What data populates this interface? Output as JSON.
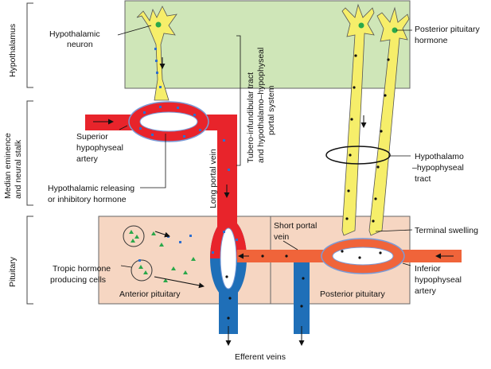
{
  "sections": {
    "hypothalamus": "Hypothalamus",
    "median_eminence_line1": "Median eminence",
    "median_eminence_line2": "and neural stalk",
    "pituitary": "Pituitary"
  },
  "labels": {
    "hypothalamic_neuron_1": "Hypothalamic",
    "hypothalamic_neuron_2": "neuron",
    "posterior_hormone_1": "Posterior pituitary",
    "posterior_hormone_2": "hormone",
    "tract_line1": "Tubero-infundibular tract",
    "tract_line2": "and hypothalamo–hypophyseal",
    "tract_line3": "portal system",
    "superior_artery_1": "Superior",
    "superior_artery_2": "hypophyseal",
    "superior_artery_3": "artery",
    "releasing_hormone_1": "Hypothalamic releasing",
    "releasing_hormone_2": "or inhibitory hormone",
    "long_portal_vein": "Long portal vein",
    "hypothalamo_tract_1": "Hypothalamo",
    "hypothalamo_tract_2": "–hypophyseal",
    "hypothalamo_tract_3": "tract",
    "short_portal_1": "Short portal",
    "short_portal_2": "vein",
    "terminal_swelling": "Terminal swelling",
    "tropic_1": "Tropic hormone",
    "tropic_2": "producing cells",
    "anterior_pituitary": "Anterior pituitary",
    "posterior_pituitary": "Posterior pituitary",
    "inferior_artery_1": "Inferior",
    "inferior_artery_2": "hypophyseal",
    "inferior_artery_3": "artery",
    "efferent_veins": "Efferent veins"
  },
  "colors": {
    "hypothalamus_fill": "#cfe6b8",
    "pituitary_fill": "#f6d6c2",
    "artery_red": "#e8242b",
    "vein_blue": "#1f6fb8",
    "short_portal_orange": "#f0643a",
    "neuron_yellow": "#f6ee6a",
    "granule_blue": "#2e6fd0",
    "hormone_green": "#2aa84a"
  }
}
